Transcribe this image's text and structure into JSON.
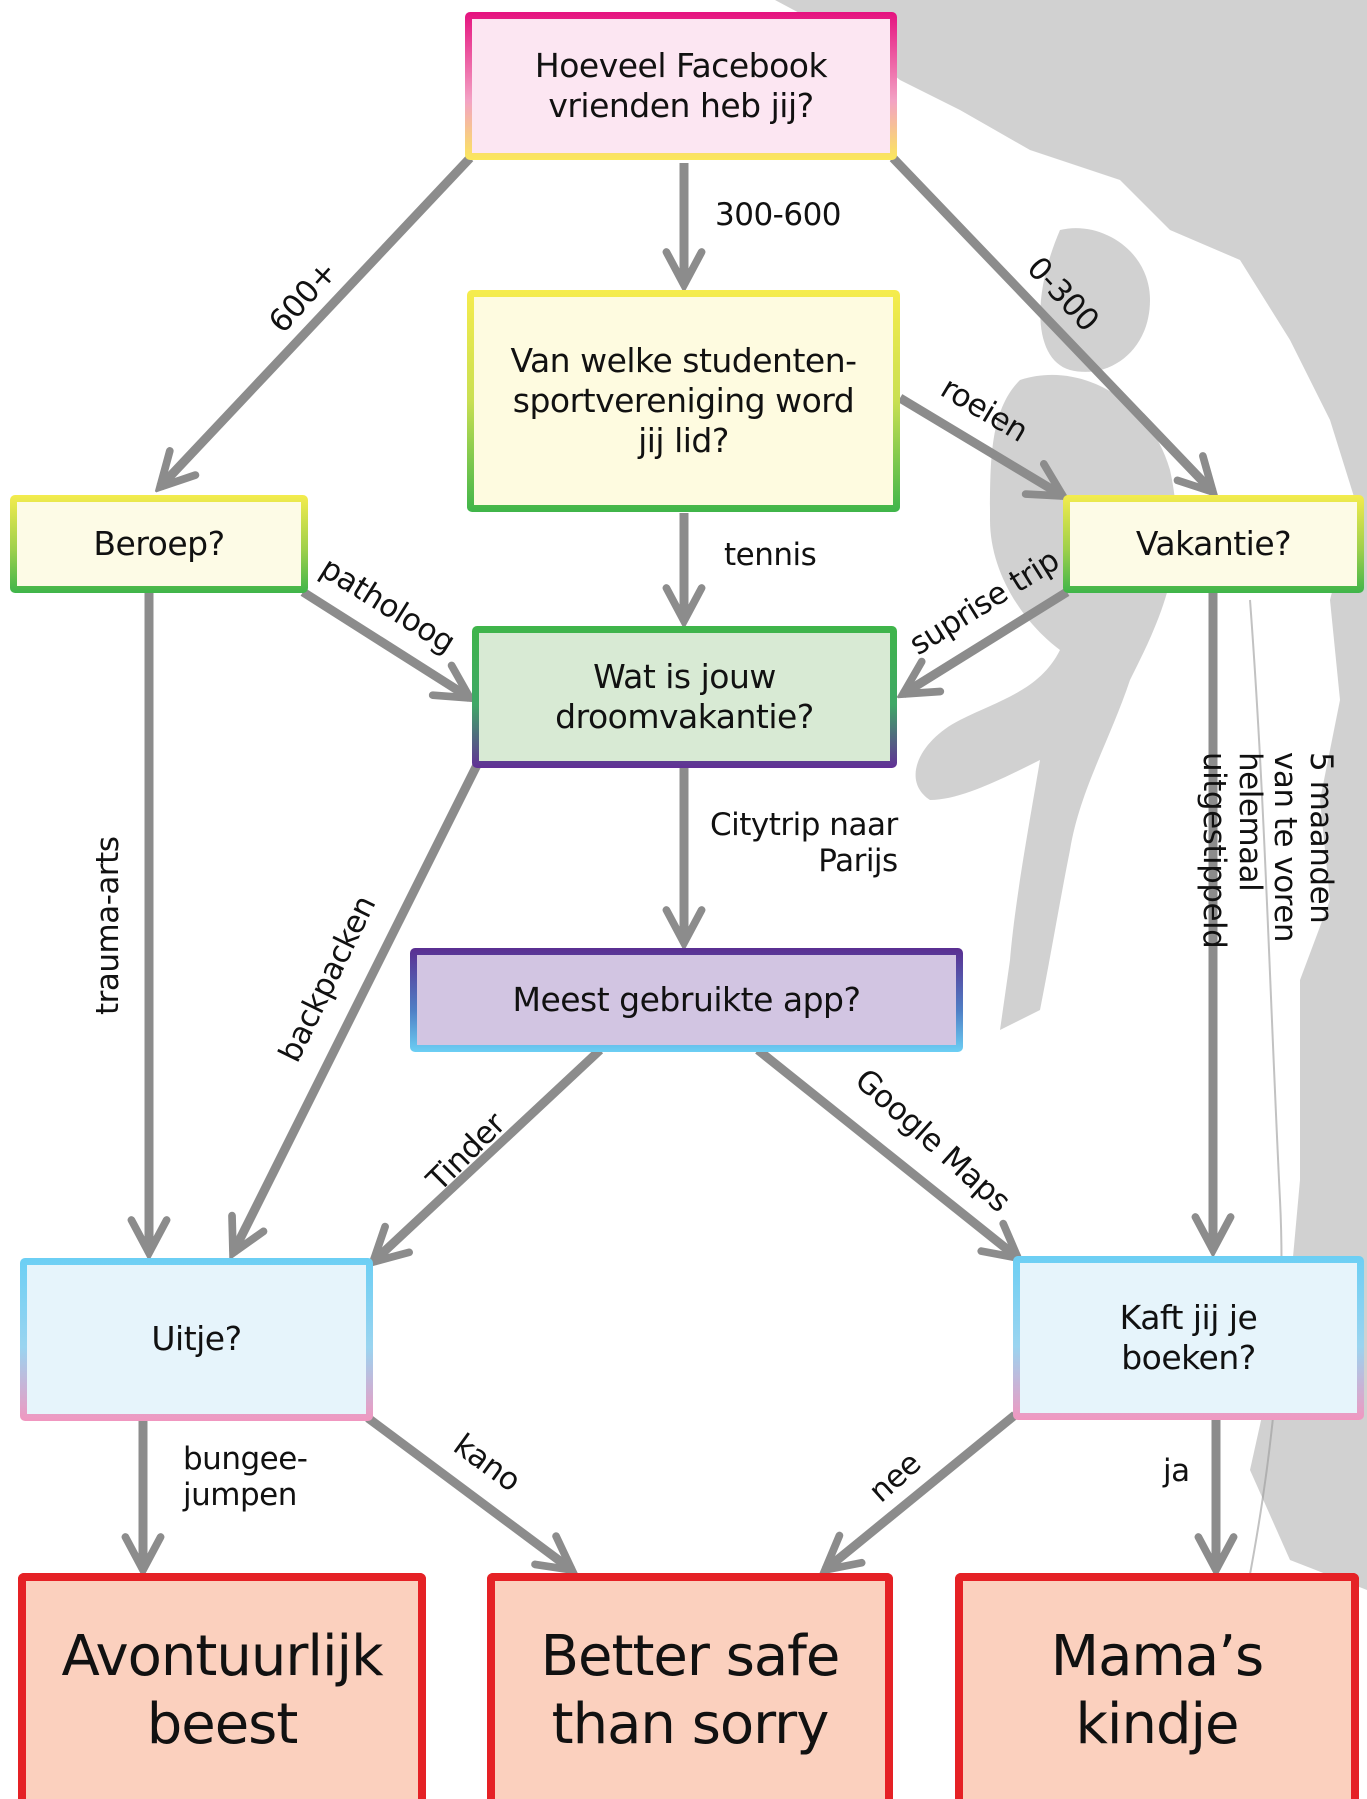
{
  "colors": {
    "arrow": "#8c8c8c",
    "silhouette": "#9a9a9a",
    "result_border": "#e52125",
    "result_fill": "#fbd0be"
  },
  "nodes": {
    "facebook": "Hoeveel Facebook\nvrienden heb jij?",
    "sport": "Van welke studenten-\nsportvereniging word\njij lid?",
    "beroep": "Beroep?",
    "vakantie": "Vakantie?",
    "droomvakantie": "Wat is jouw\ndroomvakantie?",
    "app": "Meest gebruikte app?",
    "uitje": "Uitje?",
    "kaft": "Kaft jij je\nboeken?"
  },
  "results": {
    "avontuurlijk": "Avontuurlijk\nbeest",
    "safe": "Better safe\nthan sorry",
    "mama": "Mama’s\nkindje"
  },
  "edges": {
    "e600": "600+",
    "e300_600": "300-600",
    "e0_300": "0-300",
    "roeien": "roeien",
    "tennis": "tennis",
    "patholoog": "patholoog",
    "suprise": "suprise trip",
    "trauma": "trauma-arts",
    "backpacken": "backpacken",
    "citytrip": "Citytrip naar\nParijs",
    "vijf_maanden": "5 maanden van te voren\nhelemaal uitgestippeld",
    "tinder": "Tinder",
    "google": "Google Maps",
    "bungee": "bungee-\njumpen",
    "kano": "kano",
    "nee": "nee",
    "ja": "ja"
  }
}
